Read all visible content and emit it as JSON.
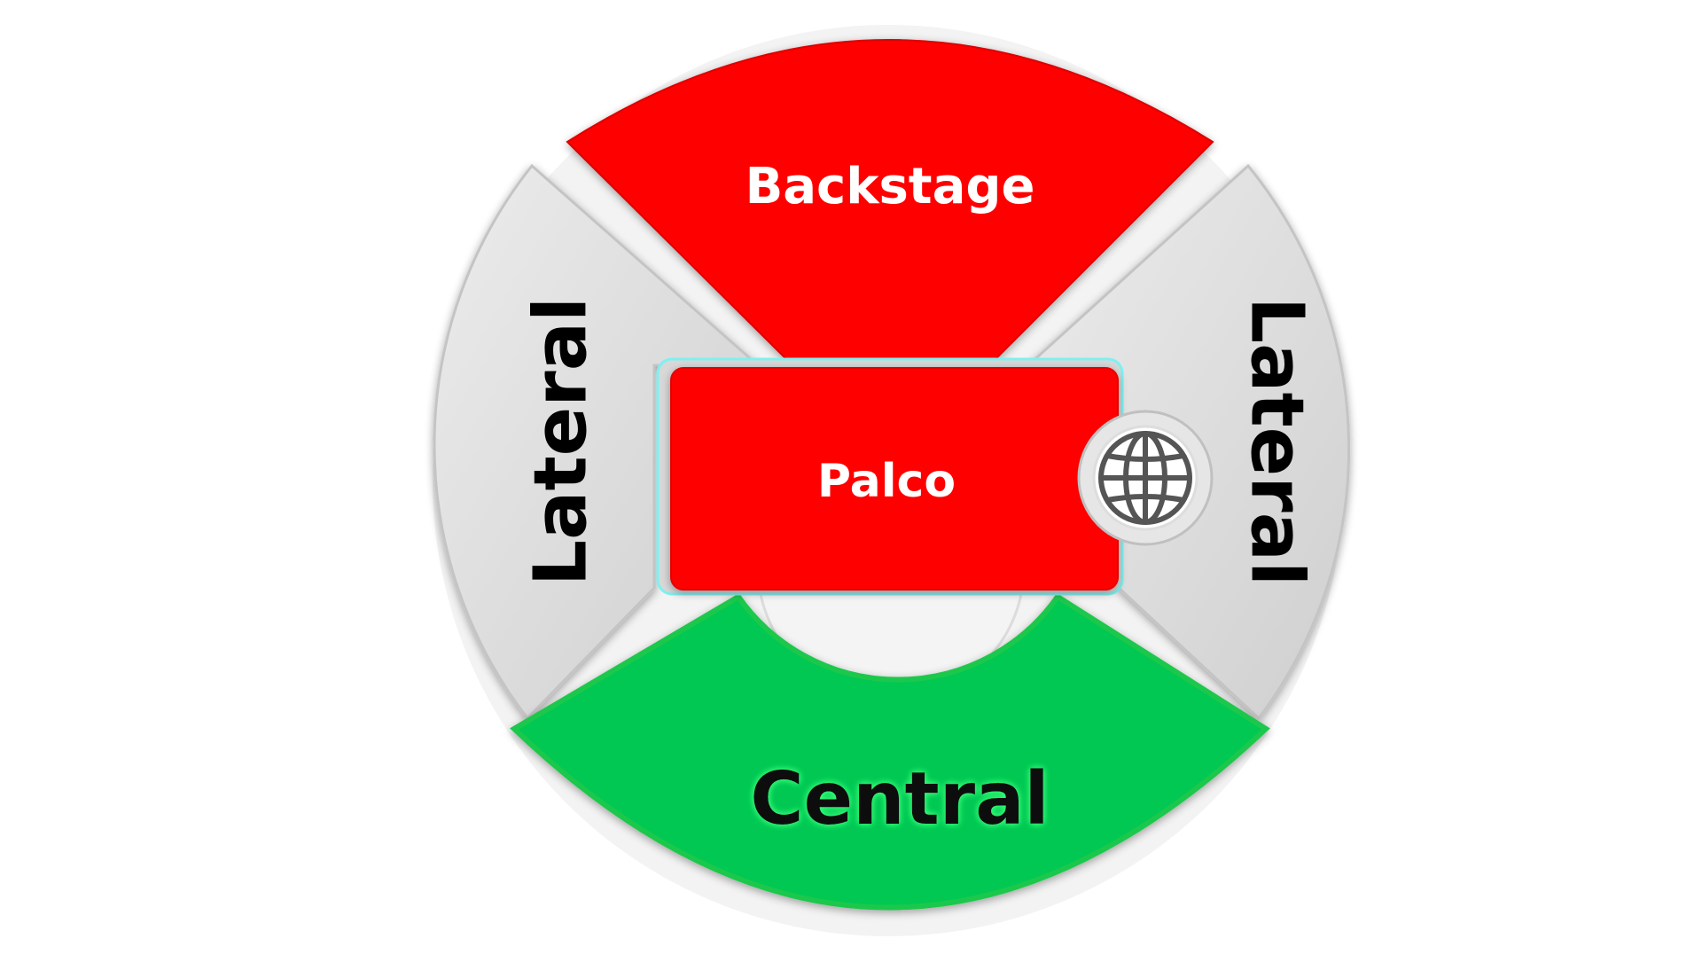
{
  "venue_map": {
    "sections": {
      "backstage": {
        "label": "Backstage",
        "color": "#ff0000"
      },
      "palco": {
        "label": "Palco",
        "color": "#ff0000"
      },
      "lateral_left": {
        "label": "Lateral",
        "color": "#dedede"
      },
      "lateral_right": {
        "label": "Lateral",
        "color": "#dedede"
      },
      "central": {
        "label": "Central",
        "color": "#00c853"
      }
    },
    "icon": "globe-icon"
  }
}
